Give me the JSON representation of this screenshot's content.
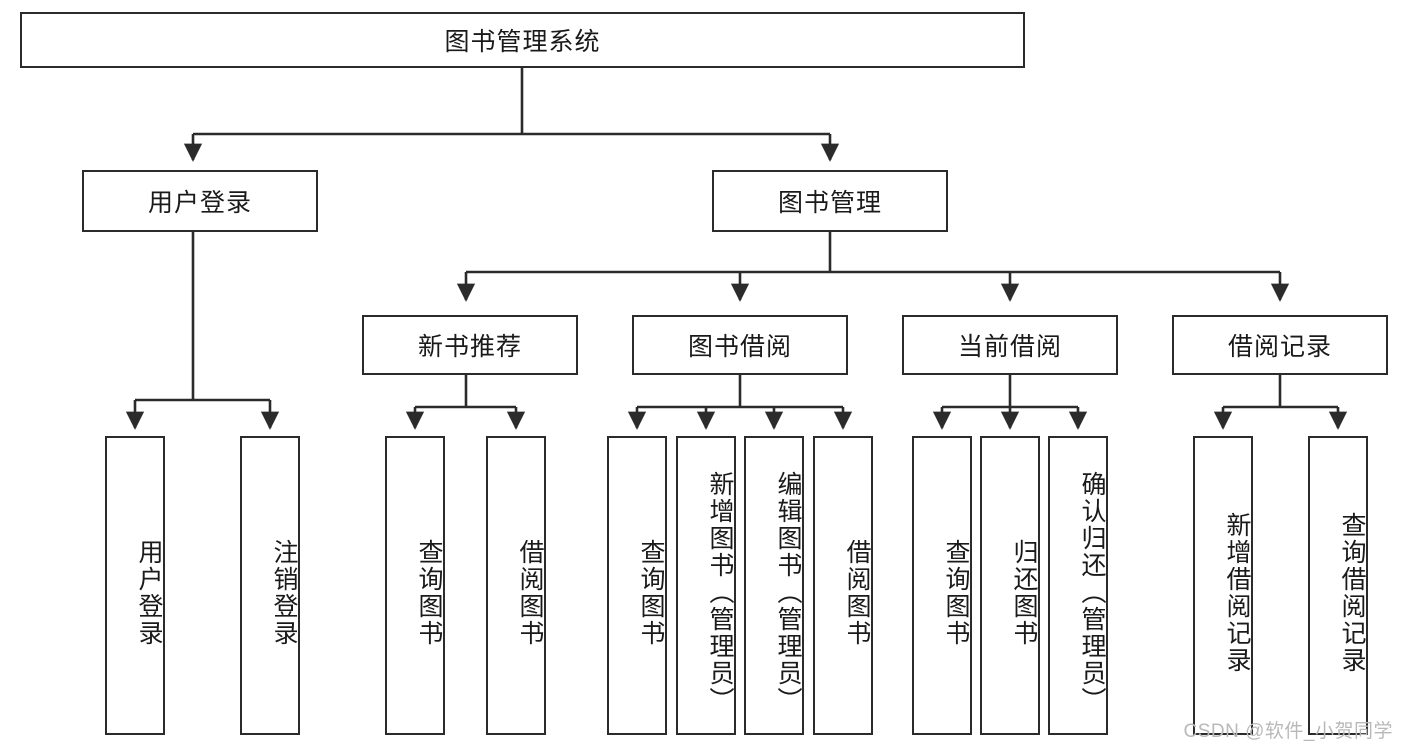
{
  "diagram": {
    "title": "图书管理系统",
    "type": "tree-hierarchy-chart",
    "colors": {
      "box_border": "#2b2b2b",
      "box_fill": "#ffffff",
      "connector": "#2b2b2b",
      "text": "#1a1a1a",
      "watermark": "#b9b9b9",
      "background": "#ffffff"
    }
  },
  "root": {
    "label": "图书管理系统"
  },
  "level2": [
    {
      "label": "用户登录"
    },
    {
      "label": "图书管理"
    }
  ],
  "level3": [
    {
      "label": "新书推荐"
    },
    {
      "label": "图书借阅"
    },
    {
      "label": "当前借阅"
    },
    {
      "label": "借阅记录"
    }
  ],
  "leaves": {
    "user_login": [
      {
        "label": "用户登录"
      },
      {
        "label": "注销登录"
      }
    ],
    "new_book_recommend": [
      {
        "label": "查询图书"
      },
      {
        "label": "借阅图书"
      }
    ],
    "book_borrow": [
      {
        "label": "查询图书"
      },
      {
        "label": "新增图书（管理员）"
      },
      {
        "label": "编辑图书（管理员）"
      },
      {
        "label": "借阅图书"
      }
    ],
    "current_borrow": [
      {
        "label": "查询图书"
      },
      {
        "label": "归还图书"
      },
      {
        "label": "确认归还（管理员）"
      }
    ],
    "borrow_record": [
      {
        "label": "新增借阅记录"
      },
      {
        "label": "查询借阅记录"
      }
    ]
  },
  "watermark": {
    "text": "CSDN @软件_小贺同学"
  }
}
